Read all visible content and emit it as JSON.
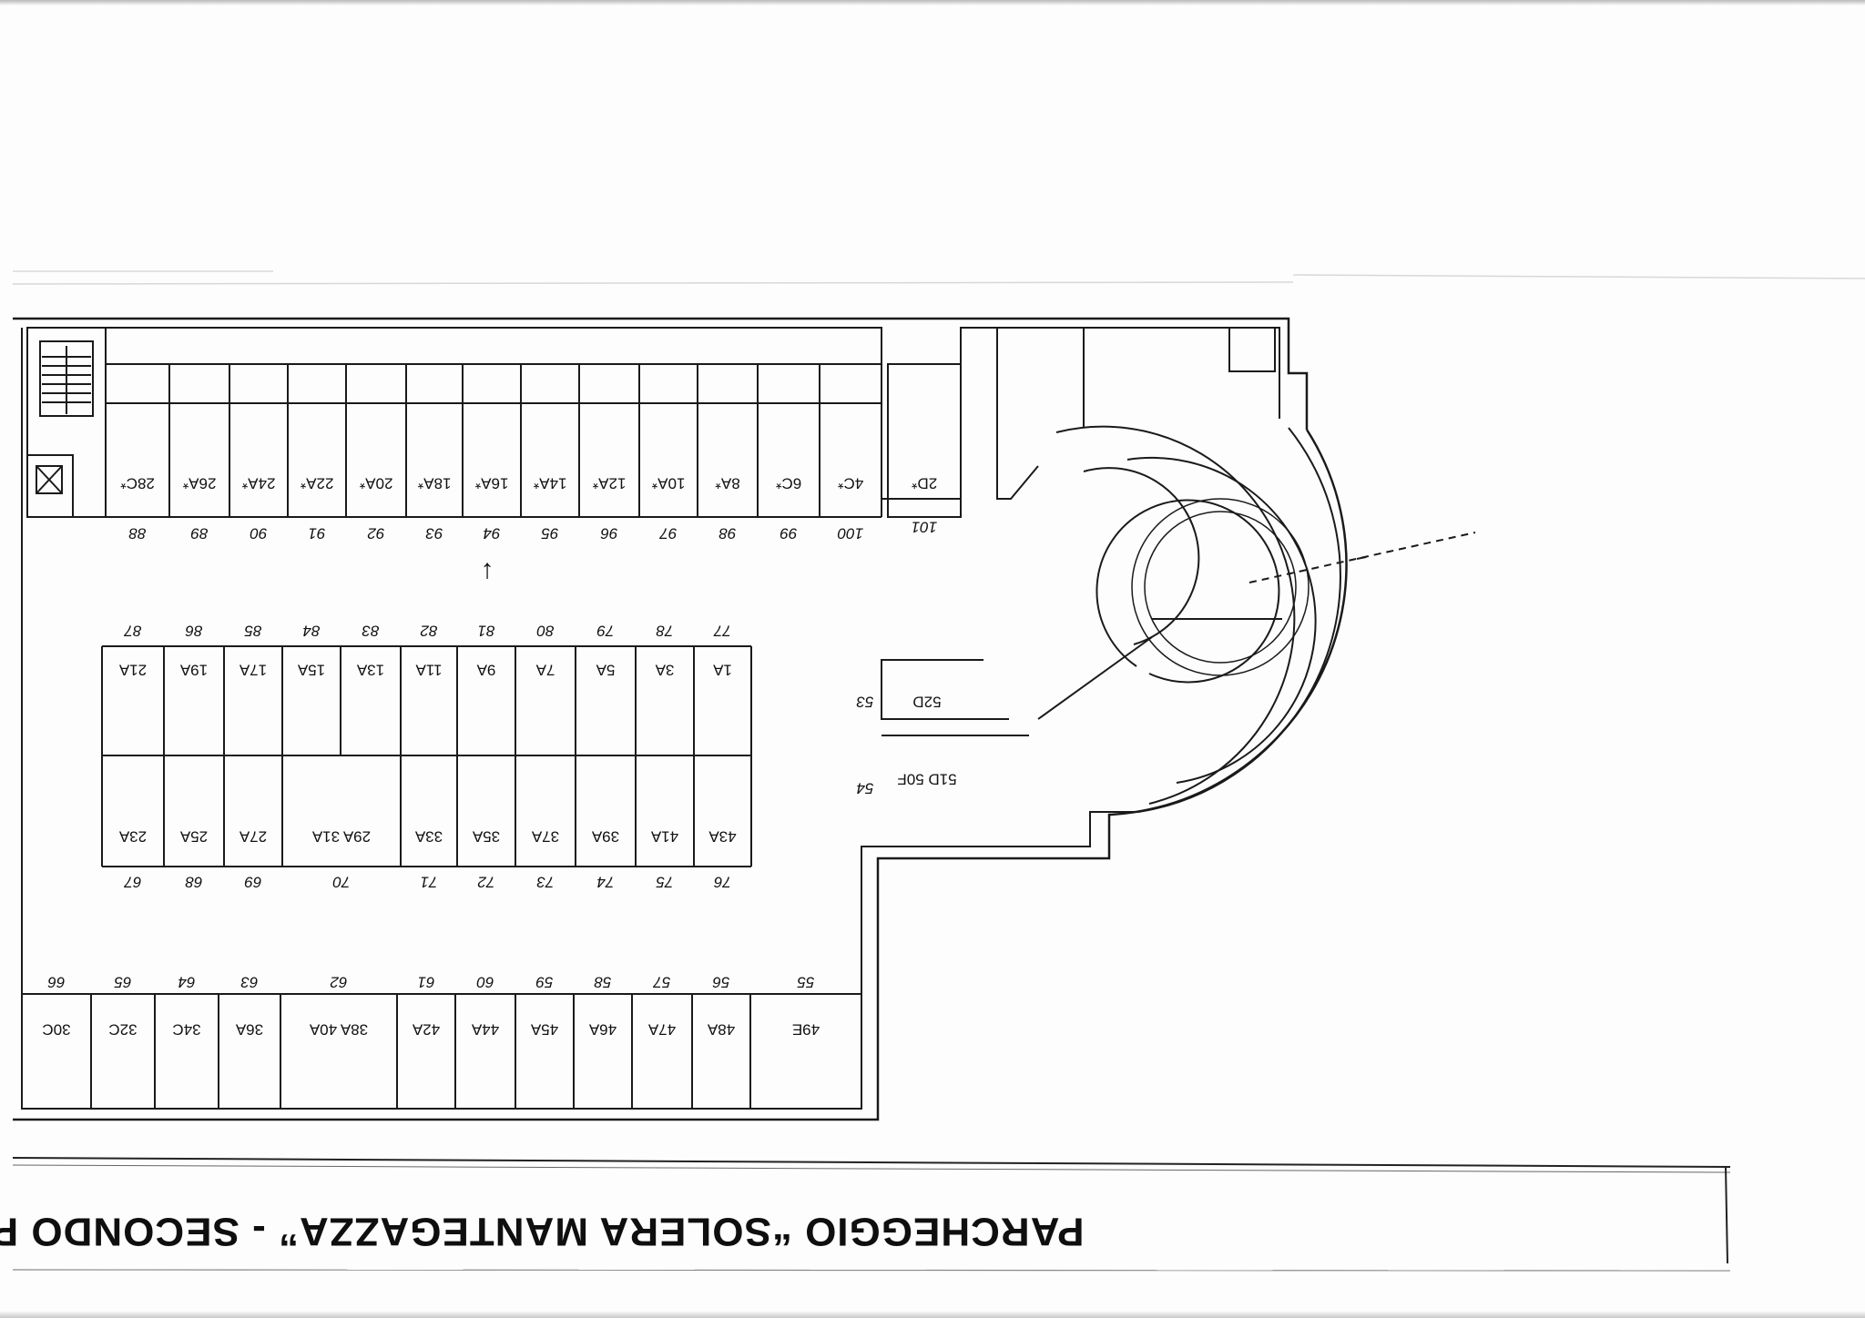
{
  "title": "PARCHEGGIO “SOLERA MANTEGAZZA”  -  SECONDO PIANO SOTTERRANE",
  "arrow": "↑",
  "rows": {
    "top": [
      {
        "num": "88",
        "code": "28C*"
      },
      {
        "num": "89",
        "code": "26A*"
      },
      {
        "num": "90",
        "code": "24A*"
      },
      {
        "num": "91",
        "code": "22A*"
      },
      {
        "num": "92",
        "code": "20A*"
      },
      {
        "num": "93",
        "code": "18A*"
      },
      {
        "num": "94",
        "code": "16A*"
      },
      {
        "num": "95",
        "code": "14A*"
      },
      {
        "num": "96",
        "code": "12A*"
      },
      {
        "num": "97",
        "code": "10A*"
      },
      {
        "num": "98",
        "code": "8A*"
      },
      {
        "num": "99",
        "code": "6C*"
      },
      {
        "num": "100",
        "code": "4C*"
      }
    ],
    "top_extra": {
      "num": "101",
      "code": "2D*"
    },
    "mid_upper": [
      {
        "num": "87",
        "code": "21A"
      },
      {
        "num": "86",
        "code": "19A"
      },
      {
        "num": "85",
        "code": "17A"
      },
      {
        "num": "84",
        "code": "15A"
      },
      {
        "num": "83",
        "code": "13A"
      },
      {
        "num": "82",
        "code": "11A"
      },
      {
        "num": "81",
        "code": "9A"
      },
      {
        "num": "80",
        "code": "7A"
      },
      {
        "num": "79",
        "code": "5A"
      },
      {
        "num": "78",
        "code": "3A"
      },
      {
        "num": "77",
        "code": "1A"
      }
    ],
    "mid_lower": [
      {
        "num": "67",
        "code": "23A"
      },
      {
        "num": "68",
        "code": "25A"
      },
      {
        "num": "69",
        "code": "27A"
      },
      {
        "num": "70",
        "code": "29A  31A"
      },
      {
        "num": "71",
        "code": "33A"
      },
      {
        "num": "72",
        "code": "35A"
      },
      {
        "num": "73",
        "code": "37A"
      },
      {
        "num": "74",
        "code": "39A"
      },
      {
        "num": "75",
        "code": "41A"
      },
      {
        "num": "76",
        "code": "43A"
      }
    ],
    "bottom": [
      {
        "num": "66",
        "code": "30C"
      },
      {
        "num": "65",
        "code": "32C"
      },
      {
        "num": "64",
        "code": "34C"
      },
      {
        "num": "63",
        "code": "36A"
      },
      {
        "num": "62",
        "code": "38A  40A"
      },
      {
        "num": "61",
        "code": "42A"
      },
      {
        "num": "60",
        "code": "44A"
      },
      {
        "num": "59",
        "code": "45A"
      },
      {
        "num": "58",
        "code": "46A"
      },
      {
        "num": "57",
        "code": "47A"
      },
      {
        "num": "56",
        "code": "48A"
      },
      {
        "num": "55",
        "code": "49E"
      }
    ],
    "side": [
      {
        "num": "53",
        "code": "52D"
      },
      {
        "num": "54",
        "code": "51D  50F"
      }
    ]
  }
}
